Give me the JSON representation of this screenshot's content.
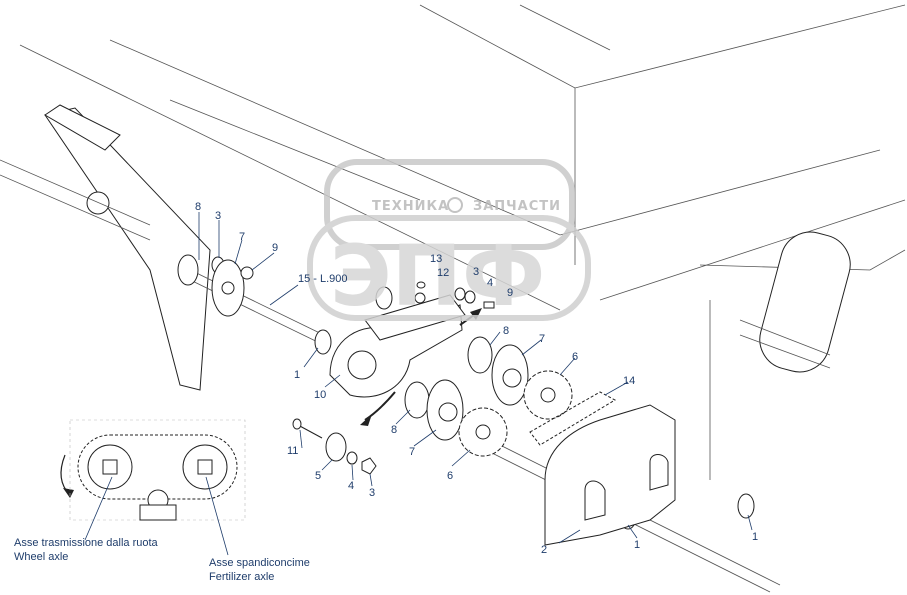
{
  "callouts": [
    {
      "id": "c8a",
      "text": "8"
    },
    {
      "id": "c3a",
      "text": "3"
    },
    {
      "id": "c7a",
      "text": "7"
    },
    {
      "id": "c9a",
      "text": "9"
    },
    {
      "id": "c15",
      "text": "15 - L.900"
    },
    {
      "id": "c13",
      "text": "13"
    },
    {
      "id": "c12",
      "text": "12"
    },
    {
      "id": "c3b",
      "text": "3"
    },
    {
      "id": "c4a",
      "text": "4"
    },
    {
      "id": "c9b",
      "text": "9"
    },
    {
      "id": "c8b",
      "text": "8"
    },
    {
      "id": "c7b",
      "text": "7"
    },
    {
      "id": "c6a",
      "text": "6"
    },
    {
      "id": "c14",
      "text": "14"
    },
    {
      "id": "c1a",
      "text": "1"
    },
    {
      "id": "c10",
      "text": "10"
    },
    {
      "id": "c8c",
      "text": "8"
    },
    {
      "id": "c7c",
      "text": "7"
    },
    {
      "id": "c6b",
      "text": "6"
    },
    {
      "id": "c11",
      "text": "11"
    },
    {
      "id": "c5",
      "text": "5"
    },
    {
      "id": "c4b",
      "text": "4"
    },
    {
      "id": "c3c",
      "text": "3"
    },
    {
      "id": "c2",
      "text": "2"
    },
    {
      "id": "c1b",
      "text": "1"
    },
    {
      "id": "c1c",
      "text": "1"
    }
  ],
  "captions": {
    "wheel_axle_it": "Asse trasmissione dalla ruota",
    "wheel_axle_en": "Wheel axle",
    "fert_axle_it": "Asse spandiconcime",
    "fert_axle_en": "Fertilizer axle"
  },
  "watermark": {
    "left_word": "ТЕХНИКА",
    "right_word": "ЗАПЧАСТИ",
    "big_letters": "ЭПФ"
  }
}
